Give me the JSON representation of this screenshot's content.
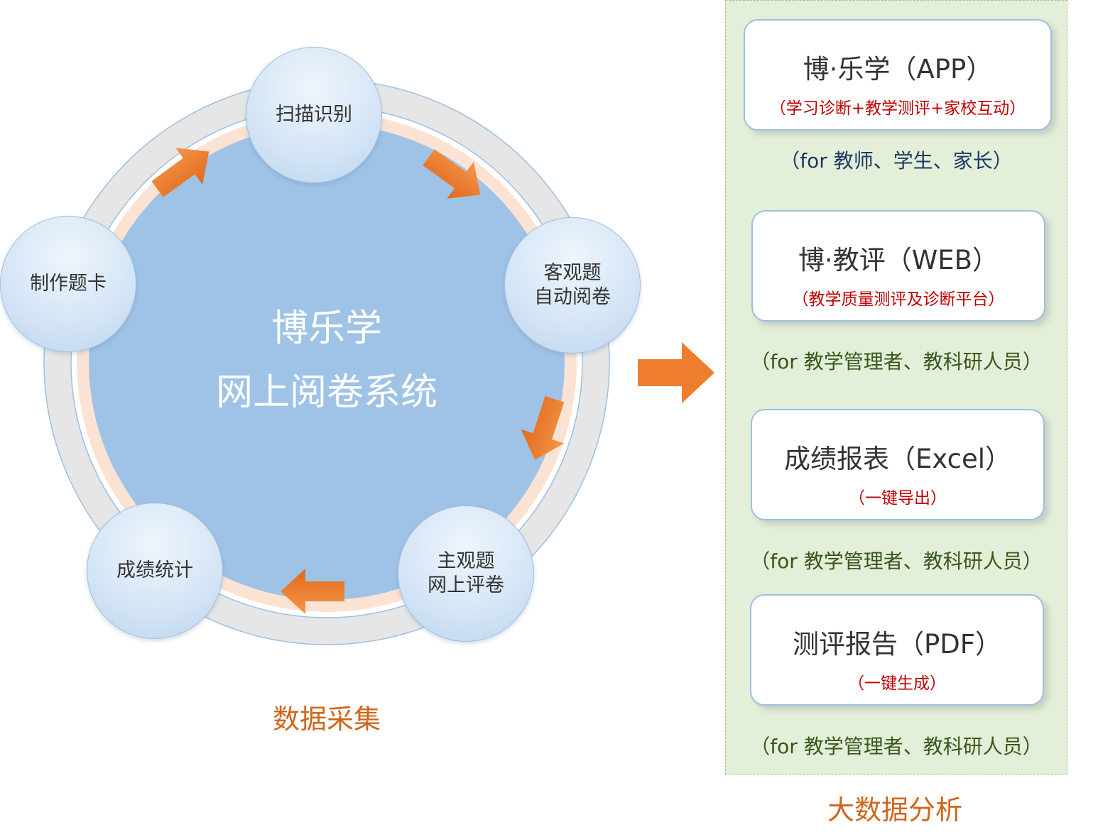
{
  "cycle": {
    "center_line1": "博乐学",
    "center_line2": "网上阅卷系统",
    "nodes": {
      "scan": "扫描识别",
      "objective_line1": "客观题",
      "objective_line2": "自动阅卷",
      "subjective_line1": "主观题",
      "subjective_line2": "网上评卷",
      "stats": "成绩统计",
      "card": "制作题卡"
    },
    "caption": "数据采集"
  },
  "analysis": {
    "caption": "大数据分析",
    "items": [
      {
        "title": "博·乐学（APP）",
        "subtitle": "（学习诊断+教学测评+家校互动）",
        "audience": "（for 教师、学生、家长）"
      },
      {
        "title": "博·教评（WEB）",
        "subtitle": "（教学质量测评及诊断平台）",
        "audience": "（for  教学管理者、教科研人员）"
      },
      {
        "title": "成绩报表（Excel）",
        "subtitle": "（一键导出）",
        "audience": "（for  教学管理者、教科研人员）"
      },
      {
        "title": "测评报告（PDF）",
        "subtitle": "（一键生成）",
        "audience": "（for  教学管理者、教科研人员）"
      }
    ]
  },
  "colors": {
    "arrow": "#ee7d2e",
    "center_circle": "#9fc3e7",
    "panel": "#e3efd9",
    "caption": "#d0661d",
    "subtitle": "#c00000"
  }
}
